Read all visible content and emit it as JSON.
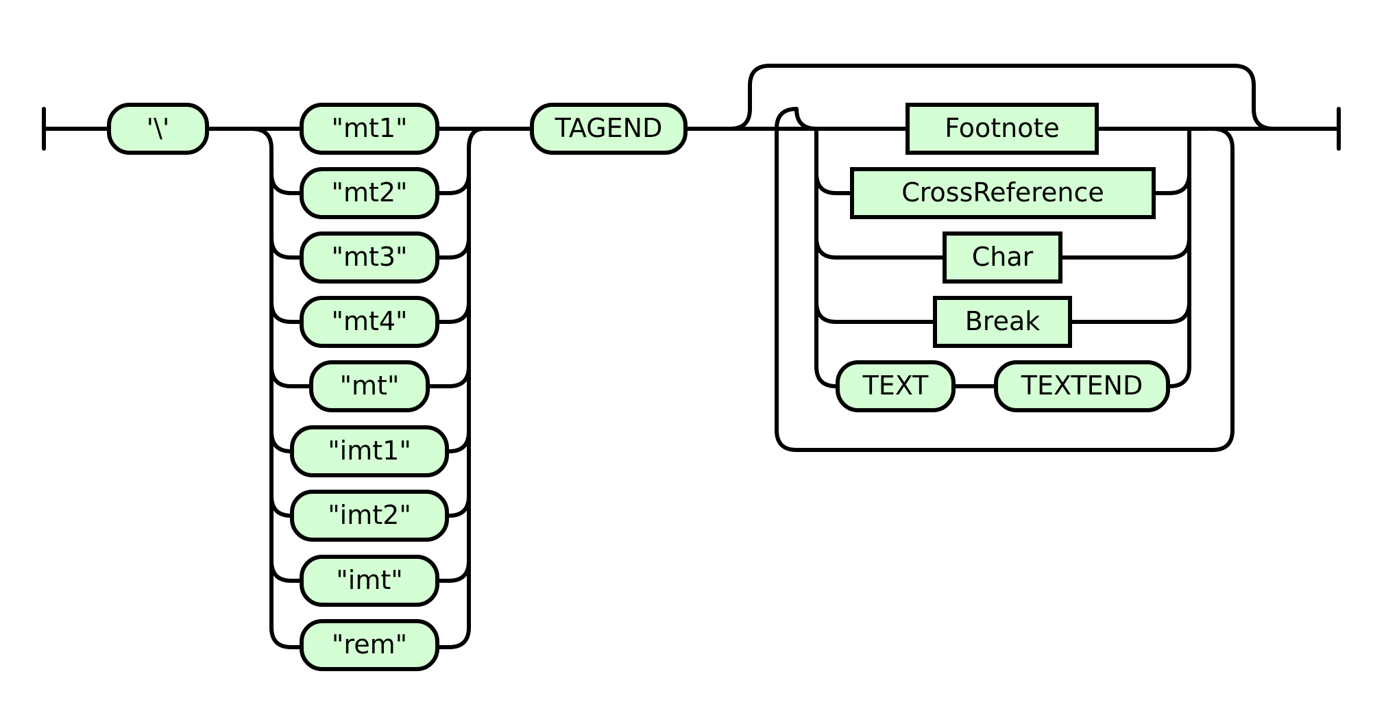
{
  "diagram": {
    "terminals": {
      "backslash": "'\\'",
      "mt1": "\"mt1\"",
      "mt2": "\"mt2\"",
      "mt3": "\"mt3\"",
      "mt4": "\"mt4\"",
      "mt": "\"mt\"",
      "imt1": "\"imt1\"",
      "imt2": "\"imt2\"",
      "imt": "\"imt\"",
      "rem": "\"rem\"",
      "tagend": "TAGEND",
      "text": "TEXT",
      "textend": "TEXTEND"
    },
    "nonterminals": {
      "footnote": "Footnote",
      "crossreference": "CrossReference",
      "char": "Char",
      "break": "Break"
    },
    "colors": {
      "node_fill": "#d4ffd4",
      "stroke": "#000000",
      "background": "#ffffff"
    }
  }
}
